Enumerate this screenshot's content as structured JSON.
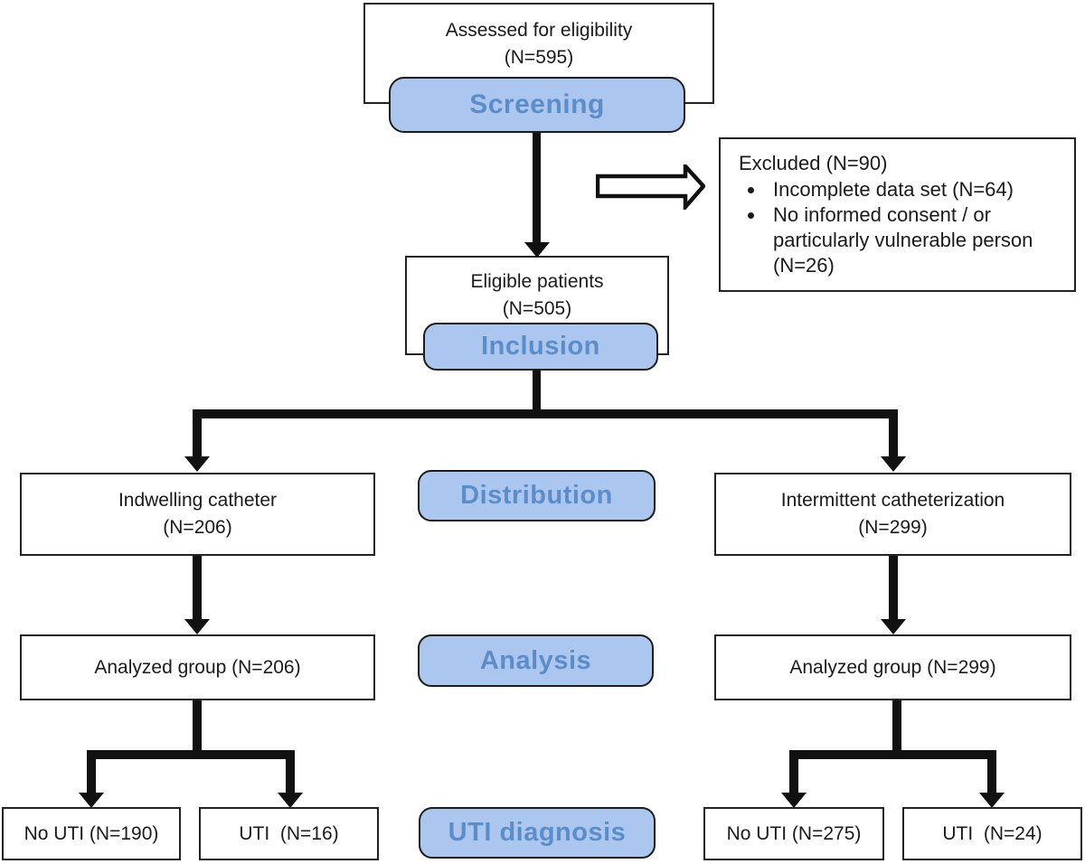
{
  "accent": {
    "pill_fill": "#ABC7F0",
    "pill_text": "#5C8DC9",
    "pill_border": "#1C1C1C",
    "line": "#111111",
    "box_border": "#222222",
    "bg": "#FFFFFF"
  },
  "stages": {
    "screening": "Screening",
    "inclusion": "Inclusion",
    "distribution": "Distribution",
    "analysis": "Analysis",
    "uti_diagnosis": "UTI diagnosis"
  },
  "nodes": {
    "assessed": "Assessed for eligibility\n(N=595)",
    "eligible": "Eligible patients\n(N=505)",
    "indwelling": "Indwelling catheter\n(N=206)",
    "intermittent": "Intermittent catheterization\n(N=299)",
    "analyzed_left": "Analyzed group (N=206)",
    "analyzed_right": "Analyzed group (N=299)",
    "no_uti_left": "No UTI (N=190)",
    "uti_left": "UTI  (N=16)",
    "no_uti_right": "No UTI (N=275)",
    "uti_right": "UTI  (N=24)"
  },
  "excluded": {
    "title": "Excluded (N=90)",
    "items": [
      "Incomplete data set (N=64)",
      "No informed consent / or\nparticularly vulnerable person\n(N=26)"
    ]
  }
}
